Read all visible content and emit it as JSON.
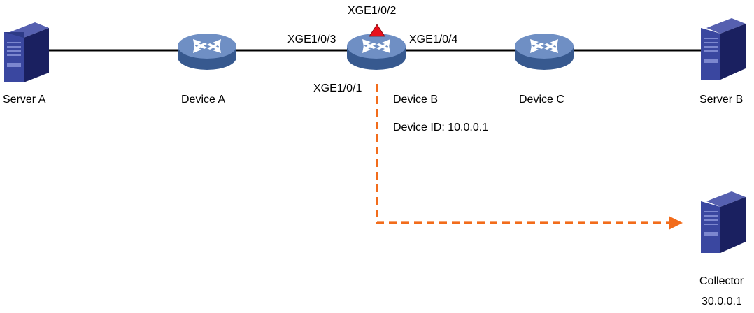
{
  "servers": {
    "server_a": {
      "label": "Server A"
    },
    "server_b": {
      "label": "Server B"
    },
    "collector": {
      "label": "Collector",
      "ip": "30.0.0.1"
    }
  },
  "devices": {
    "device_a": {
      "label": "Device A"
    },
    "device_b": {
      "label": "Device B",
      "device_id": "Device ID: 10.0.0.1"
    },
    "device_c": {
      "label": "Device C"
    }
  },
  "interfaces": {
    "xge_1_0_1": "XGE1/0/1",
    "xge_1_0_2": "XGE1/0/2",
    "xge_1_0_3": "XGE1/0/3",
    "xge_1_0_4": "XGE1/0/4"
  },
  "colors": {
    "link": "#000000",
    "export_path": "#f26c1b",
    "sampling_marker": "#e8101b",
    "switch_body": "#5b7cb4",
    "server_body": "#2a3576"
  },
  "icons": {
    "switch": "router-switch-icon",
    "server": "server-tower-icon",
    "sampling_point": "red-triangle-marker"
  }
}
